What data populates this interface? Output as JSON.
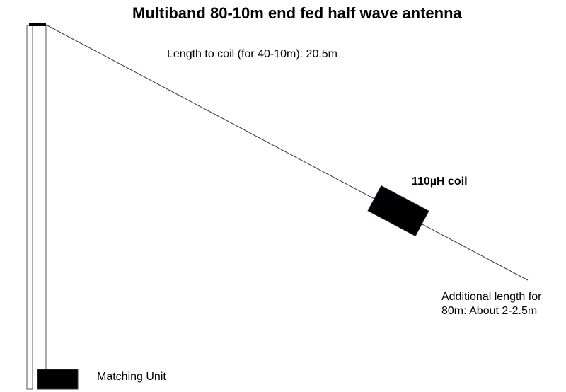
{
  "title": "Multiband 80-10m end fed half wave antenna",
  "labels": {
    "length_to_coil": "Length to coil (for 40-10m): 20.5m",
    "coil": "110µH coil",
    "additional_line1": "Additional length for",
    "additional_line2": "80m: About 2-2.5m",
    "matching_unit": "Matching Unit"
  },
  "colors": {
    "line": "#333333",
    "fill": "#000000",
    "mast": "#555555"
  }
}
